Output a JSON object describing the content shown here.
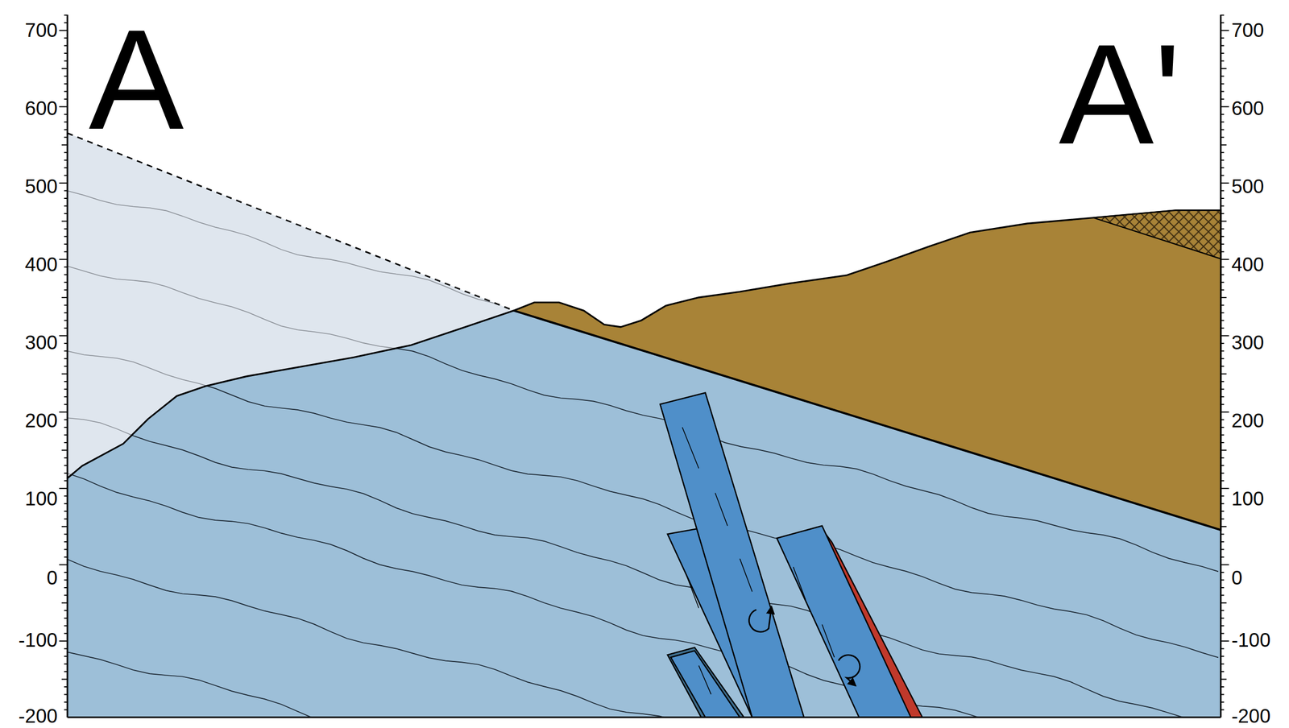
{
  "diagram": {
    "labels": [
      "A",
      "A'",
      "700",
      "600",
      "500",
      "400",
      "300",
      "200",
      "100",
      "0",
      "-100",
      "-200",
      "700",
      "600",
      "500",
      "400",
      "300",
      "200",
      "100",
      "0",
      "-100",
      "-200"
    ]
  }
}
